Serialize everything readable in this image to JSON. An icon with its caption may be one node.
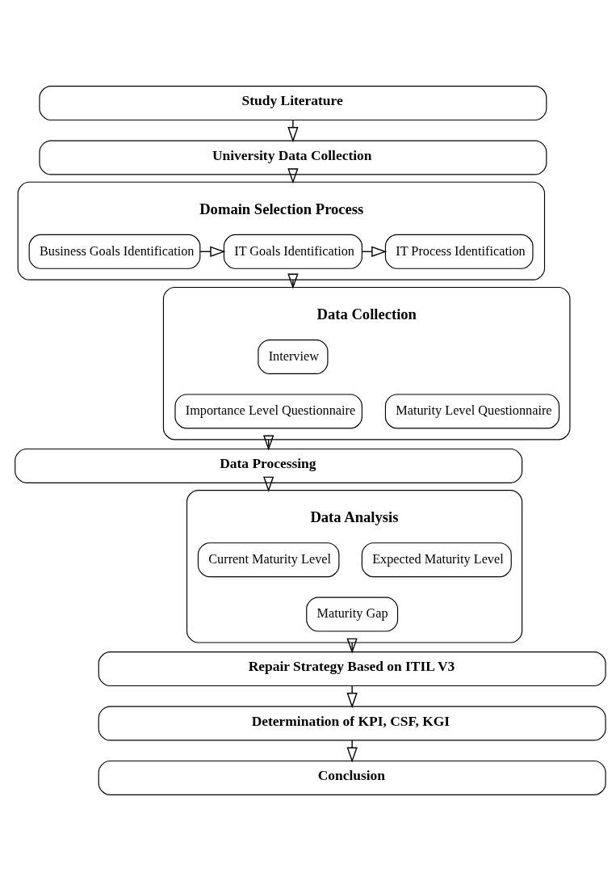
{
  "diagram": {
    "nodes": [
      {
        "text": [
          "Study Literature"
        ]
      },
      {
        "text": [
          "University Data Collection"
        ]
      },
      {
        "text": [
          "Domain Selection Process"
        ]
      },
      {
        "text": [
          "Business Goals Identification"
        ],
        "in": 2
      },
      {
        "text": [
          "IT Goals Identification"
        ],
        "in": 2
      },
      {
        "text": [
          "IT Process Identification"
        ],
        "in": 2
      },
      {
        "text": [
          "Data Collection"
        ]
      },
      {
        "text": [
          "Interview"
        ],
        "in": 6
      },
      {
        "text": [
          "Importance Level Questionnaire"
        ],
        "in": 6
      },
      {
        "text": [
          "Maturity Level Questionnaire"
        ],
        "in": 6
      },
      {
        "text": [
          "Data Processing"
        ]
      },
      {
        "text": [
          "Data Analysis"
        ]
      },
      {
        "text": [
          "Current Maturity Level"
        ],
        "in": 11
      },
      {
        "text": [
          "Expected Maturity Level"
        ],
        "in": 11
      },
      {
        "text": [
          "Maturity Gap"
        ],
        "in": 11
      },
      {
        "text": [
          "Repair Strategy Based on ITIL V3"
        ]
      },
      {
        "text": [
          "Determination of KPI, CSF, KGI"
        ]
      },
      {
        "text": [
          "Conclusion"
        ]
      }
    ],
    "edges": [
      {
        "from": 0,
        "to": 1,
        "arrow": "to"
      },
      {
        "from": 1,
        "to": 2,
        "arrow": "to"
      },
      {
        "from": 3,
        "to": 4,
        "arrow": "to"
      },
      {
        "from": 4,
        "to": 5,
        "arrow": "to"
      },
      {
        "from": 2,
        "to": 6,
        "arrow": "to"
      },
      {
        "from": 6,
        "to": 10,
        "arrow": "to"
      },
      {
        "from": 10,
        "to": 11,
        "arrow": "to"
      },
      {
        "from": 11,
        "to": 15,
        "arrow": "to"
      },
      {
        "from": 15,
        "to": 16,
        "arrow": "to"
      },
      {
        "from": 16,
        "to": 17,
        "arrow": "to"
      }
    ]
  }
}
